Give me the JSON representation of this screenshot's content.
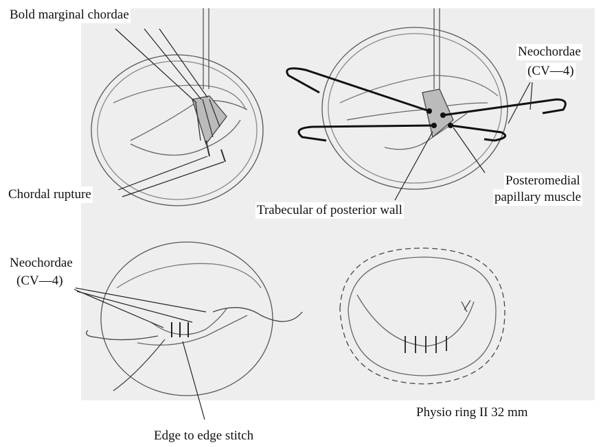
{
  "figure": {
    "panels": [
      {
        "id": "top-left",
        "labels": {
          "marginal_chordae": "Bold marginal chordae",
          "rupture": "Chordal rupture"
        }
      },
      {
        "id": "top-right",
        "labels": {
          "neochordae_line1": "Neochordae",
          "neochordae_line2": "(CV—4)",
          "papillary_line1": "Posteromedial",
          "papillary_line2": "papillary muscle",
          "trabecular": "Trabecular of posterior wall"
        }
      },
      {
        "id": "bottom-left",
        "labels": {
          "neochordae_line1": "Neochordae",
          "neochordae_line2": "(CV—4)",
          "edge_stitch": "Edge to edge stitch"
        }
      },
      {
        "id": "bottom-right",
        "labels": {
          "ring": "Physio ring II 32 mm"
        }
      }
    ]
  }
}
